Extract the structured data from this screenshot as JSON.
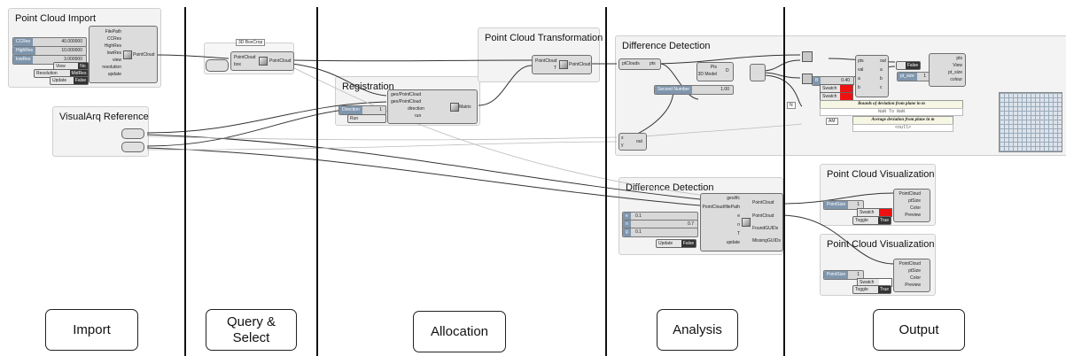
{
  "stages": [
    "Import",
    "Query &\nSelect",
    "Allocation",
    "Analysis",
    "Output"
  ],
  "groups": {
    "pc_import": "Point Cloud Import",
    "visualarq": "VisualArq Reference",
    "registration": "Registration",
    "pc_transform": "Point Cloud Transformation",
    "diff_top": "Difference Detection",
    "diff_bottom": "Difference Detection",
    "pc_vis_1": "Point Cloud Visualization",
    "pc_vis_2": "Point Cloud Visualization"
  },
  "import_comp": {
    "inputs": [
      "FilePath",
      "CCRes",
      "HighRes",
      "lowRes",
      "view",
      "resolution",
      "update"
    ],
    "output": "PointCloud",
    "sliders": [
      {
        "label": "CCRes",
        "value": "40.000000"
      },
      {
        "label": "HighRes",
        "value": "10.000000"
      },
      {
        "label": "lowRes",
        "value": "3.000000"
      }
    ],
    "view_value": {
      "key": "View",
      "value": "No"
    },
    "resolution_value": {
      "key": "Resolution",
      "value": "MidRes"
    },
    "update_toggle": {
      "key": "Update",
      "value": "False"
    }
  },
  "query_comp": {
    "title": "3D BoxCrop",
    "inputs": [
      "PointCloud",
      "box"
    ],
    "output": "PointCloud"
  },
  "registration_comp": {
    "inputs": [
      "geo/PointCloud",
      "geo/PointCloud",
      "direction",
      "run"
    ],
    "output": "Matrix",
    "direction": {
      "label": "Direction",
      "value": "1"
    },
    "run": {
      "label": "Run"
    }
  },
  "transform_comp": {
    "inputs": [
      "PointCloud",
      "T"
    ],
    "output": "PointCloud"
  },
  "diff_top": {
    "ptcloud_comp": {
      "input": "ptClouds",
      "output": "pts"
    },
    "pts_comp": {
      "inputs": [
        "Pts",
        "3D Model"
      ],
      "output": "D"
    },
    "second_number": {
      "label": "Second Number",
      "value": "1.00"
    },
    "xy_comp": {
      "inputs": [
        "x",
        "y"
      ],
      "output": "out"
    },
    "slider_b": {
      "label": "B",
      "value": "0.40"
    },
    "swatch_1": "Swatch",
    "swatch_2": "Swatch",
    "script_comp": {
      "inputs": [
        "pts",
        "val",
        "a",
        "b"
      ],
      "outputs": [
        "out",
        "a",
        "b",
        "c"
      ]
    },
    "ptsize": {
      "label": "pt_size",
      "value": "1"
    },
    "false_toggle": "False",
    "view_comp": {
      "inputs": [
        "pts",
        "View",
        "pt_size",
        "colour"
      ]
    },
    "panel_1": {
      "title": "Bounds of deviation from plane in m",
      "content": "NaN To NaN"
    },
    "panel_2": {
      "title": "Average deviation from plane in m",
      "content": "<null>"
    },
    "avg_label": "AM",
    "n_label": "N"
  },
  "diff_bottom": {
    "inputs": [
      "geo/ifc",
      "PointCloud/filePath",
      "e",
      "n",
      "T",
      "update"
    ],
    "outputs": [
      "PointCloud",
      "PointCloud",
      "FoundGUIDs",
      "MissingGUIDs"
    ],
    "sliders": [
      {
        "label": "e",
        "value": "0.1"
      },
      {
        "label": "n",
        "value": "0.7"
      },
      {
        "label": "g",
        "value": "0.1"
      }
    ],
    "update_toggle": {
      "key": "Update",
      "value": "False"
    }
  },
  "vis_1": {
    "inputs": [
      "PointCloud",
      "ptSize",
      "Color",
      "Preview"
    ],
    "ptsize": {
      "label": "PointSize",
      "value": "1"
    },
    "swatch": "Swatch",
    "toggle": {
      "key": "Toggle",
      "value": "True"
    }
  },
  "vis_2": {
    "inputs": [
      "PointCloud",
      "ptSize",
      "Color",
      "Preview"
    ],
    "ptsize": {
      "label": "PointSize",
      "value": "1"
    },
    "swatch": "Swatch",
    "toggle": {
      "key": "Toggle",
      "value": "True"
    }
  },
  "colors": {
    "wire": "#333333",
    "faint_wire": "#bbbbbb",
    "swatch": "#ee1111",
    "slider_label": "#7f96ad"
  }
}
